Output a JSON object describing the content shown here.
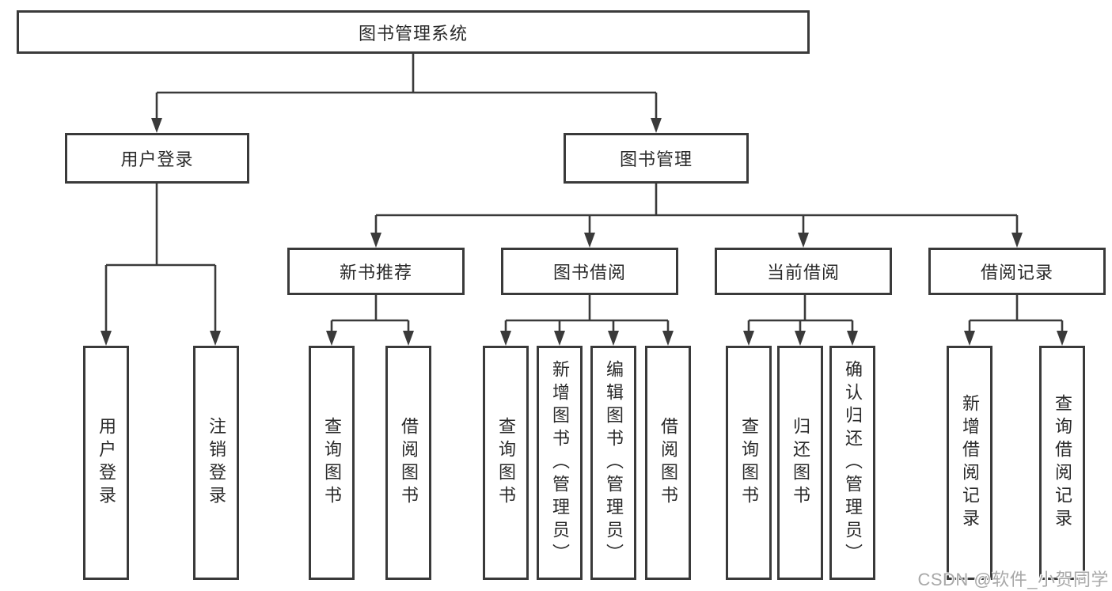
{
  "tree": {
    "root": {
      "label": "图书管理系统"
    },
    "level2": {
      "user_login": {
        "label": "用户登录"
      },
      "book_management": {
        "label": "图书管理"
      }
    },
    "level3": {
      "new_book_recommend": {
        "label": "新书推荐"
      },
      "book_borrow": {
        "label": "图书借阅"
      },
      "current_borrow": {
        "label": "当前借阅"
      },
      "borrow_record": {
        "label": "借阅记录"
      }
    },
    "leaves": {
      "user_login": [
        "用户登录",
        "注销登录"
      ],
      "new_book_recommend": [
        "查询图书",
        "借阅图书"
      ],
      "book_borrow": [
        "查询图书",
        "新增图书（管理员）",
        "编辑图书（管理员）",
        "借阅图书"
      ],
      "current_borrow": [
        "查询图书",
        "归还图书",
        "确认归还（管理员）"
      ],
      "borrow_record": [
        "新增借阅记录",
        "查询借阅记录"
      ]
    }
  },
  "watermark": "CSDN @软件_小贺同学",
  "colors": {
    "line": "#3a3a3a",
    "text": "#2a2a2a",
    "background": "#ffffff",
    "watermark": "#a8a8a8"
  }
}
